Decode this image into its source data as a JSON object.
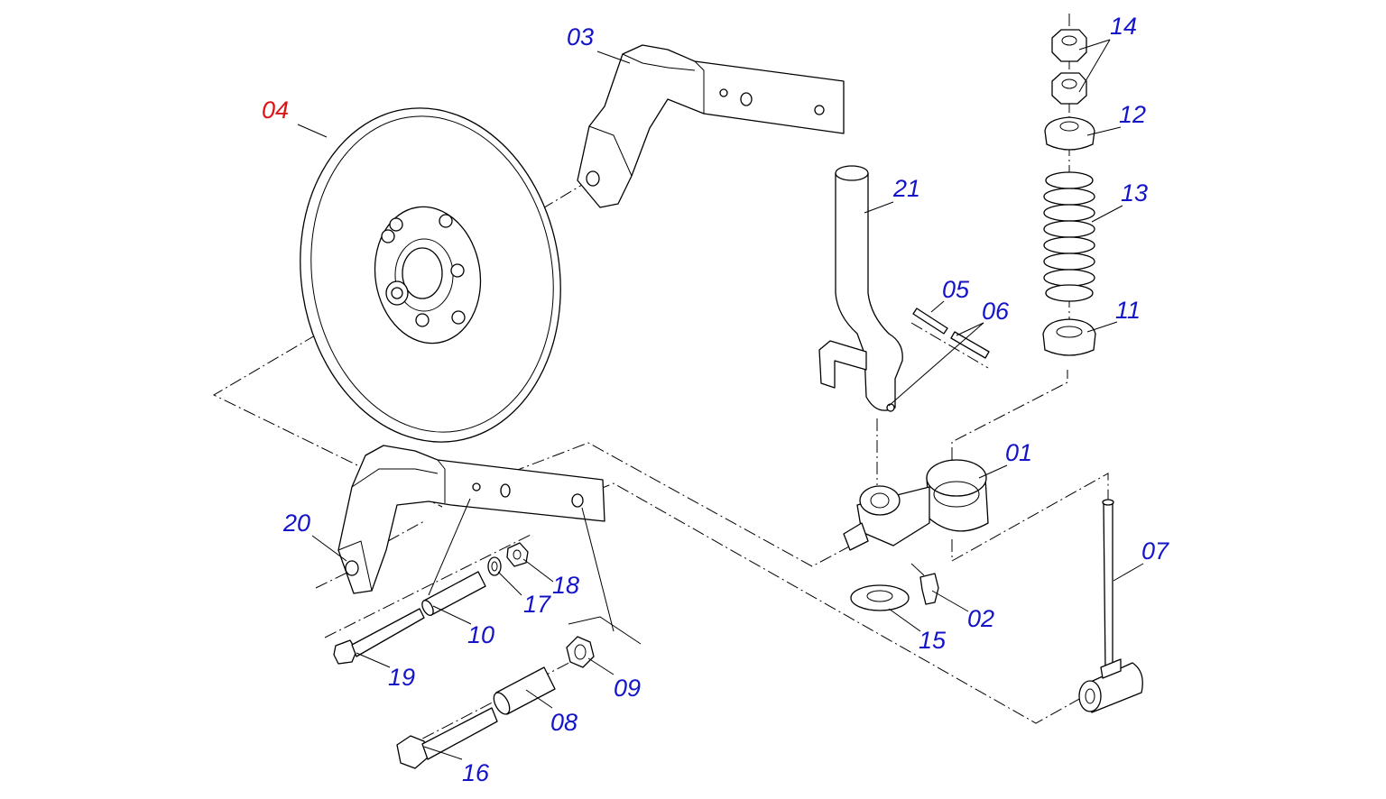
{
  "colors": {
    "callout": "#1414c8",
    "callout_highlight": "#dc1414",
    "line": "#000000",
    "background": "#ffffff"
  },
  "callouts": [
    {
      "id": "c01",
      "label": "01",
      "highlight": false
    },
    {
      "id": "c02",
      "label": "02",
      "highlight": false
    },
    {
      "id": "c03",
      "label": "03",
      "highlight": false
    },
    {
      "id": "c04",
      "label": "04",
      "highlight": true
    },
    {
      "id": "c05",
      "label": "05",
      "highlight": false
    },
    {
      "id": "c06",
      "label": "06",
      "highlight": false
    },
    {
      "id": "c07",
      "label": "07",
      "highlight": false
    },
    {
      "id": "c08",
      "label": "08",
      "highlight": false
    },
    {
      "id": "c09",
      "label": "09",
      "highlight": false
    },
    {
      "id": "c10",
      "label": "10",
      "highlight": false
    },
    {
      "id": "c11",
      "label": "11",
      "highlight": false
    },
    {
      "id": "c12",
      "label": "12",
      "highlight": false
    },
    {
      "id": "c13",
      "label": "13",
      "highlight": false
    },
    {
      "id": "c14",
      "label": "14",
      "highlight": false
    },
    {
      "id": "c15",
      "label": "15",
      "highlight": false
    },
    {
      "id": "c16",
      "label": "16",
      "highlight": false
    },
    {
      "id": "c17",
      "label": "17",
      "highlight": false
    },
    {
      "id": "c18",
      "label": "18",
      "highlight": false
    },
    {
      "id": "c19",
      "label": "19",
      "highlight": false
    },
    {
      "id": "c20",
      "label": "20",
      "highlight": false
    },
    {
      "id": "c21",
      "label": "21",
      "highlight": false
    }
  ]
}
